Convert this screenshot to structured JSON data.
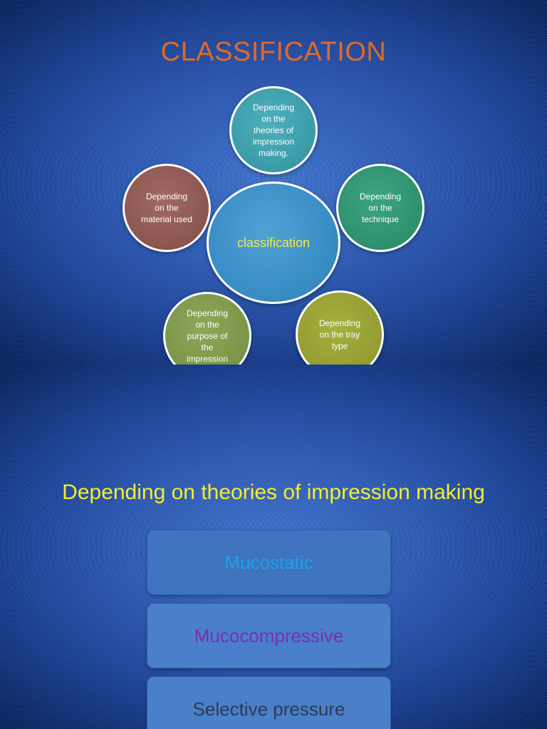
{
  "slide1": {
    "title": "CLASSIFICATION",
    "center": "classification",
    "top": "Depending\non the\ntheories of\nimpression\nmaking.",
    "right": "Depending\non the\ntechnique",
    "left": "Depending\non the\nmaterial used",
    "bottom_left": "Depending\non the\npurpose of\nthe\nimpression",
    "bottom_right": "Depending\non the tray\ntype",
    "colors": {
      "title": "#e06a28",
      "center_text": "#f5e94a"
    }
  },
  "slide2": {
    "title": "Depending on theories of impression making",
    "items": [
      {
        "label": "Mucostatic",
        "color": "#1aa3e8"
      },
      {
        "label": "Mucocompressive",
        "color": "#7a2fb0"
      },
      {
        "label": "Selective pressure",
        "color": "#2b3b55"
      }
    ],
    "colors": {
      "title": "#f5ee2a"
    }
  }
}
